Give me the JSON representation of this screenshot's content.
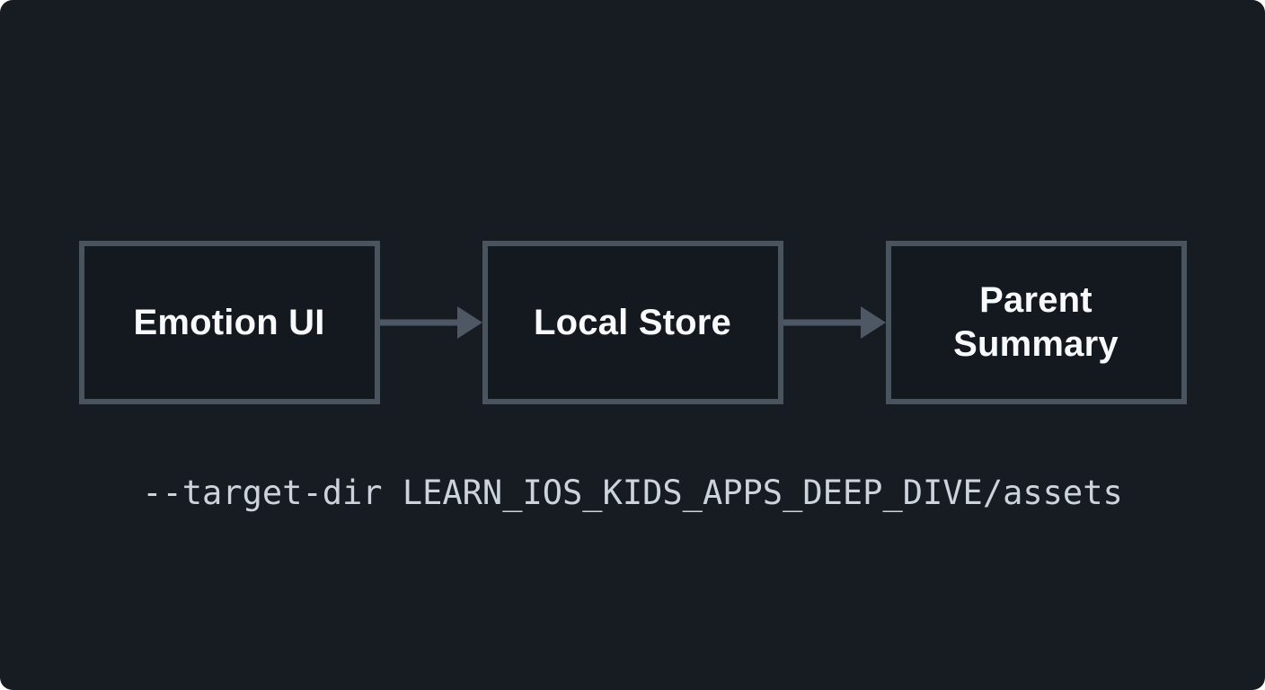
{
  "diagram": {
    "title": "",
    "nodes": [
      {
        "label": "Emotion UI"
      },
      {
        "label": "Local Store"
      },
      {
        "label": "Parent Summary"
      }
    ],
    "connections": [
      {
        "from": "Emotion UI",
        "to": "Local Store",
        "style": "arrow-right"
      },
      {
        "from": "Local Store",
        "to": "Parent Summary",
        "style": "arrow-right"
      }
    ],
    "command": "--target-dir LEARN_IOS_KIDS_APPS_DEEP_DIVE/assets",
    "colors": {
      "background": "#171b22",
      "box_background": "#14181f",
      "box_border": "#4a545f",
      "arrow": "#4e5864",
      "label_text": "#f7f9fb",
      "command_text": "#ccd3da"
    }
  }
}
